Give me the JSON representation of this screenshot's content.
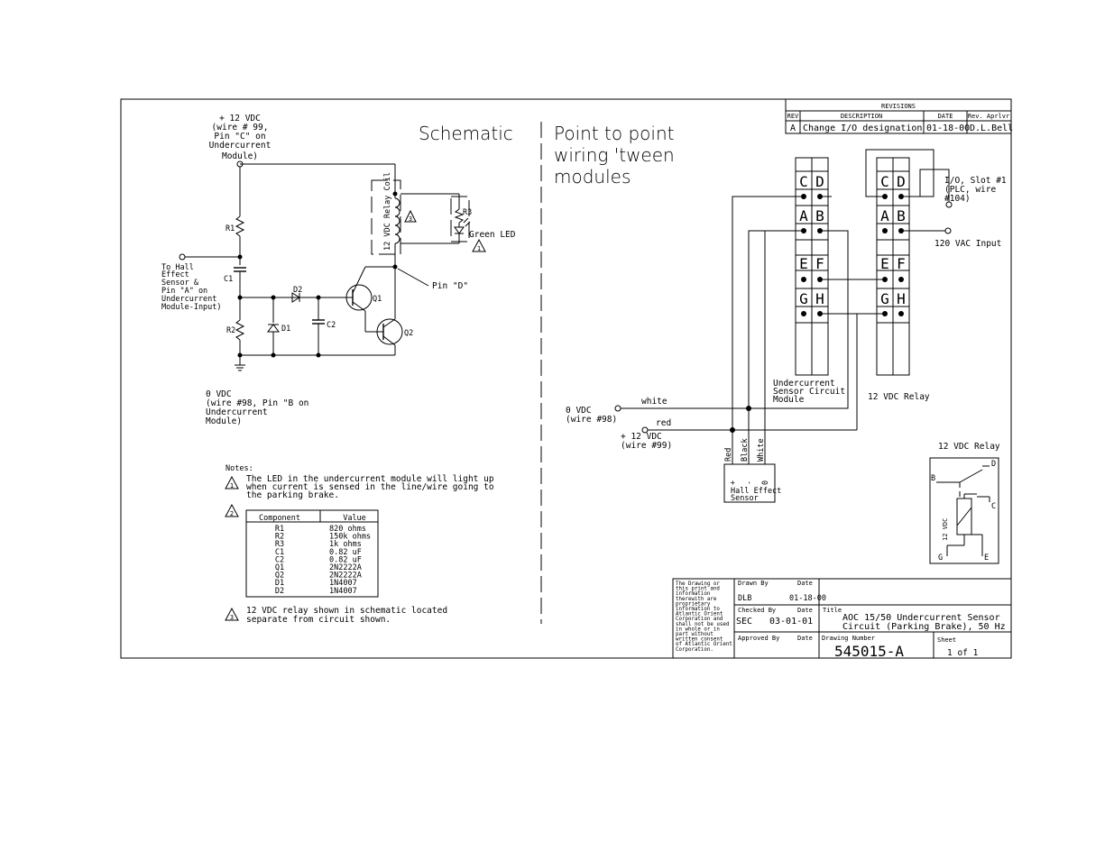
{
  "schematic": {
    "title": "Schematic",
    "supply_top": [
      "+ 12 VDC",
      "(wire # 99,",
      "Pin \"C\" on",
      "Undercurrent",
      "Module)"
    ],
    "supply_bottom": [
      "0 VDC",
      "(wire #98, Pin \"B on",
      "Undercurrent",
      "Module)"
    ],
    "input_label": [
      "To Hall",
      "Effect",
      "Sensor &",
      "Pin \"A\" on",
      "Undercurrent",
      "Module-Input)"
    ],
    "relay_coil_label": "12 VDC Relay Coil",
    "pin_d_label": "Pin \"D\"",
    "led_label": "Green LED",
    "labels": {
      "r1": "R1",
      "r2": "R2",
      "r3": "R3",
      "c1": "C1",
      "c2": "C2",
      "d1": "D1",
      "d2": "D2",
      "q1": "Q1",
      "q2": "Q2"
    }
  },
  "notes": {
    "title": "Notes:",
    "note1_num": "1",
    "note1": [
      "The LED in the undercurrent module will light up",
      "when current is sensed in the line/wire going to",
      "the parking brake."
    ],
    "note2_num": "2",
    "table_headers": [
      "Component",
      "Value"
    ],
    "components": [
      {
        "c": "R1",
        "v": "820 ohms"
      },
      {
        "c": "R2",
        "v": "150k ohms"
      },
      {
        "c": "R3",
        "v": "1k ohms"
      },
      {
        "c": "C1",
        "v": "0.82 uF"
      },
      {
        "c": "C2",
        "v": "0.82 uF"
      },
      {
        "c": "Q1",
        "v": "2N2222A"
      },
      {
        "c": "Q2",
        "v": "2N2222A"
      },
      {
        "c": "D1",
        "v": "1N4007"
      },
      {
        "c": "D2",
        "v": "1N4007"
      }
    ],
    "note3_num": "3",
    "note3": [
      "12 VDC relay shown in schematic located",
      "separate from circuit shown."
    ]
  },
  "wiring": {
    "title": [
      "Point to point",
      "wiring 'tween",
      "modules"
    ],
    "terminals_left": [
      "C",
      "D",
      "A",
      "B",
      "E",
      "F",
      "G",
      "H"
    ],
    "module_label": [
      "Undercurrent",
      "Sensor Circuit",
      "Module"
    ],
    "relay_label": "12 VDC Relay",
    "io_label": [
      "I/O, Slot #1",
      "(PLC, wire",
      "#104)"
    ],
    "vac_label": "120 VAC Input",
    "zero_vdc": [
      "0 VDC",
      "(wire #98)"
    ],
    "plus_vdc": [
      "+ 12 VDC",
      "(wire #99)"
    ],
    "wire_white": "white",
    "wire_red": "red",
    "sensor_wires": [
      "Red",
      "Black",
      "White"
    ],
    "sensor_signs": [
      "+",
      "-",
      "0"
    ],
    "sensor_label": [
      "Hall Effect",
      "Sensor"
    ]
  },
  "relay_detail": {
    "title": "12 VDC Relay",
    "coil_label": "12 VDC",
    "pins": [
      "B",
      "D",
      "C",
      "G",
      "E"
    ]
  },
  "revisions": {
    "title": "REVISIONS",
    "headers": [
      "REV",
      "DESCRIPTION",
      "DATE",
      "Rev. Aprlvr"
    ],
    "rows": [
      {
        "rev": "A",
        "desc": "Change I/O designation",
        "date": "01-18-00",
        "by": "D.L.Bell"
      }
    ]
  },
  "title_block": {
    "disclaimer": [
      "The Drawing or",
      "this print and",
      "information",
      "therewith are",
      "proprietary",
      "information to",
      "Atlantic Orient",
      "Corporation and",
      "shall not be used",
      "in whole or in",
      "part without",
      "written consent",
      "of Atlantic Orient",
      "Corporation."
    ],
    "drawn_by_label": "Drawn By",
    "date_label": "Date",
    "drawn_by": "DLB",
    "drawn_date": "01-18-00",
    "checked_by_label": "Checked By",
    "checked_by": "SEC",
    "checked_date": "03-01-01",
    "approved_by_label": "Approved By",
    "title_label": "Title",
    "title": [
      "AOC 15/50 Undercurrent Sensor",
      "Circuit (Parking Brake), 50 Hz"
    ],
    "drawing_number_label": "Drawing Number",
    "drawing_number": "545015-A",
    "sheet_label": "Sheet",
    "sheet": "1 of 1"
  }
}
